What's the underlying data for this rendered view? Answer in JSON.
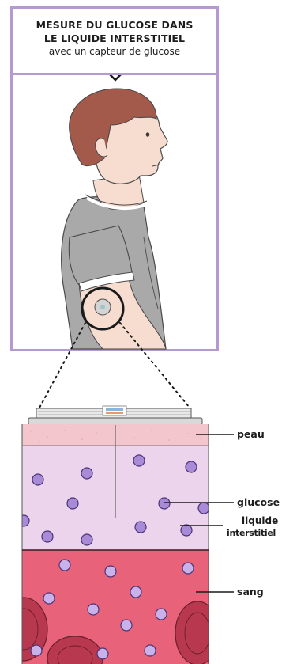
{
  "header": {
    "line1": "MESURE DU GLUCOSE DANS",
    "line2": "LE LIQUIDE INTERSTITIEL",
    "line3": "avec un capteur de glucose"
  },
  "labels": {
    "peau": "peau",
    "glucose": "glucose",
    "liquide_line1": "liquide",
    "liquide_line2": "interstitiel",
    "sang": "sang"
  },
  "colors": {
    "frame": "#b49ad0",
    "skin_layer": "#f3c5cc",
    "interstitial": "#ebd4ec",
    "blood": "#e8637a",
    "glucose_dot": "#a98ad6",
    "shirt": "#a9a9a9",
    "hair": "#a45a4a",
    "skin": "#f7dcd0"
  }
}
